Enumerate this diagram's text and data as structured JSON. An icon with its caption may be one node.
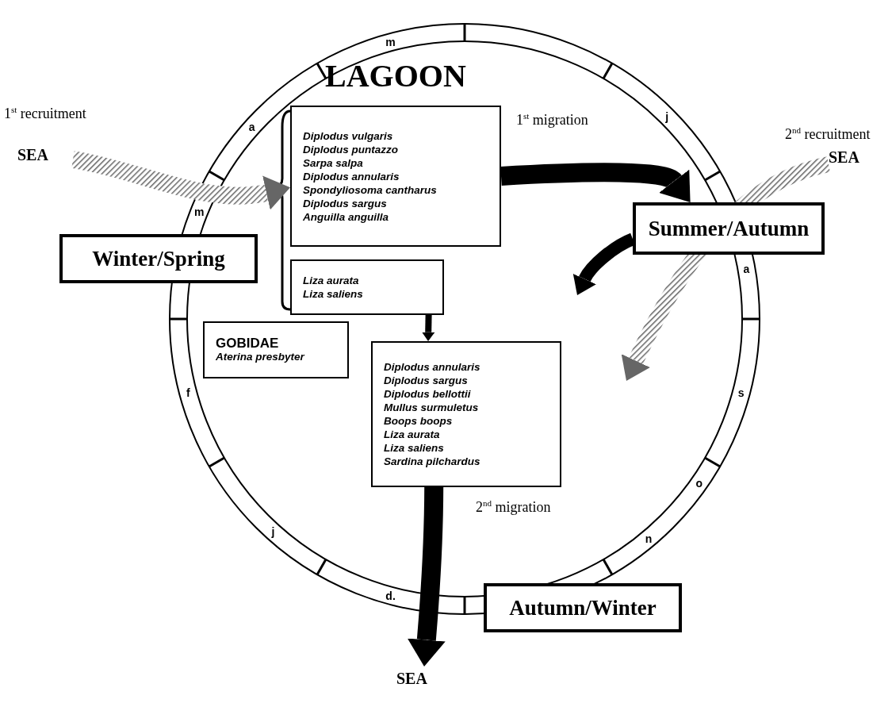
{
  "diagram": {
    "title": "LAGOON",
    "nodes": [
      {
        "text": [
          "SEA"
        ]
      },
      {
        "text": [
          "SEA"
        ]
      },
      {
        "text": [
          "Winter/Spring"
        ]
      },
      {
        "text": [
          "Summer/Autumn"
        ]
      },
      {
        "text": [
          "Diplodus vulgaris",
          "Diplodus puntazzo",
          "Sarpa salpa",
          "Diplodus annularis",
          "Spondyliosoma cantharus",
          "Diplodus sargus",
          "Anguilla anguilla"
        ]
      },
      {
        "text": [
          "Liza aurata",
          "Liza saliens"
        ]
      },
      {
        "text": [
          "GOBIDAE",
          "Aterina presbyter"
        ]
      },
      {
        "text": [
          "Diplodus annularis",
          "Diplodus sargus",
          "Diplodus bellottii",
          "Mullus surmuletus",
          "Boops boops",
          "Liza aurata",
          "Liza saliens",
          "Sardina pilchardus"
        ]
      },
      {
        "text": [
          "Autumn/Winter"
        ]
      },
      {
        "text": [
          "SEA"
        ]
      }
    ],
    "edges": [
      {
        "from": 0,
        "to": 4,
        "arrow": "to",
        "label": "1$^{st}$ recruitment",
        "color": "#666666"
      },
      {
        "from": 1,
        "to": null,
        "arrow": "to",
        "label": "2$^{nd}$ recruitment",
        "color": "#666666"
      },
      {
        "from": 4,
        "to": 3,
        "arrow": "to",
        "label": "1$^{st}$ migration"
      },
      {
        "from": 3,
        "to": null,
        "arrow": "to"
      },
      {
        "from": 5,
        "to": 7,
        "arrow": "to"
      },
      {
        "from": 7,
        "to": 9,
        "arrow": "to",
        "label": "2$^{nd}$ migration"
      }
    ],
    "labels": [
      "j",
      "a",
      "s",
      "o",
      "n",
      "d.",
      "j",
      "f",
      "m",
      "a",
      "m"
    ]
  }
}
